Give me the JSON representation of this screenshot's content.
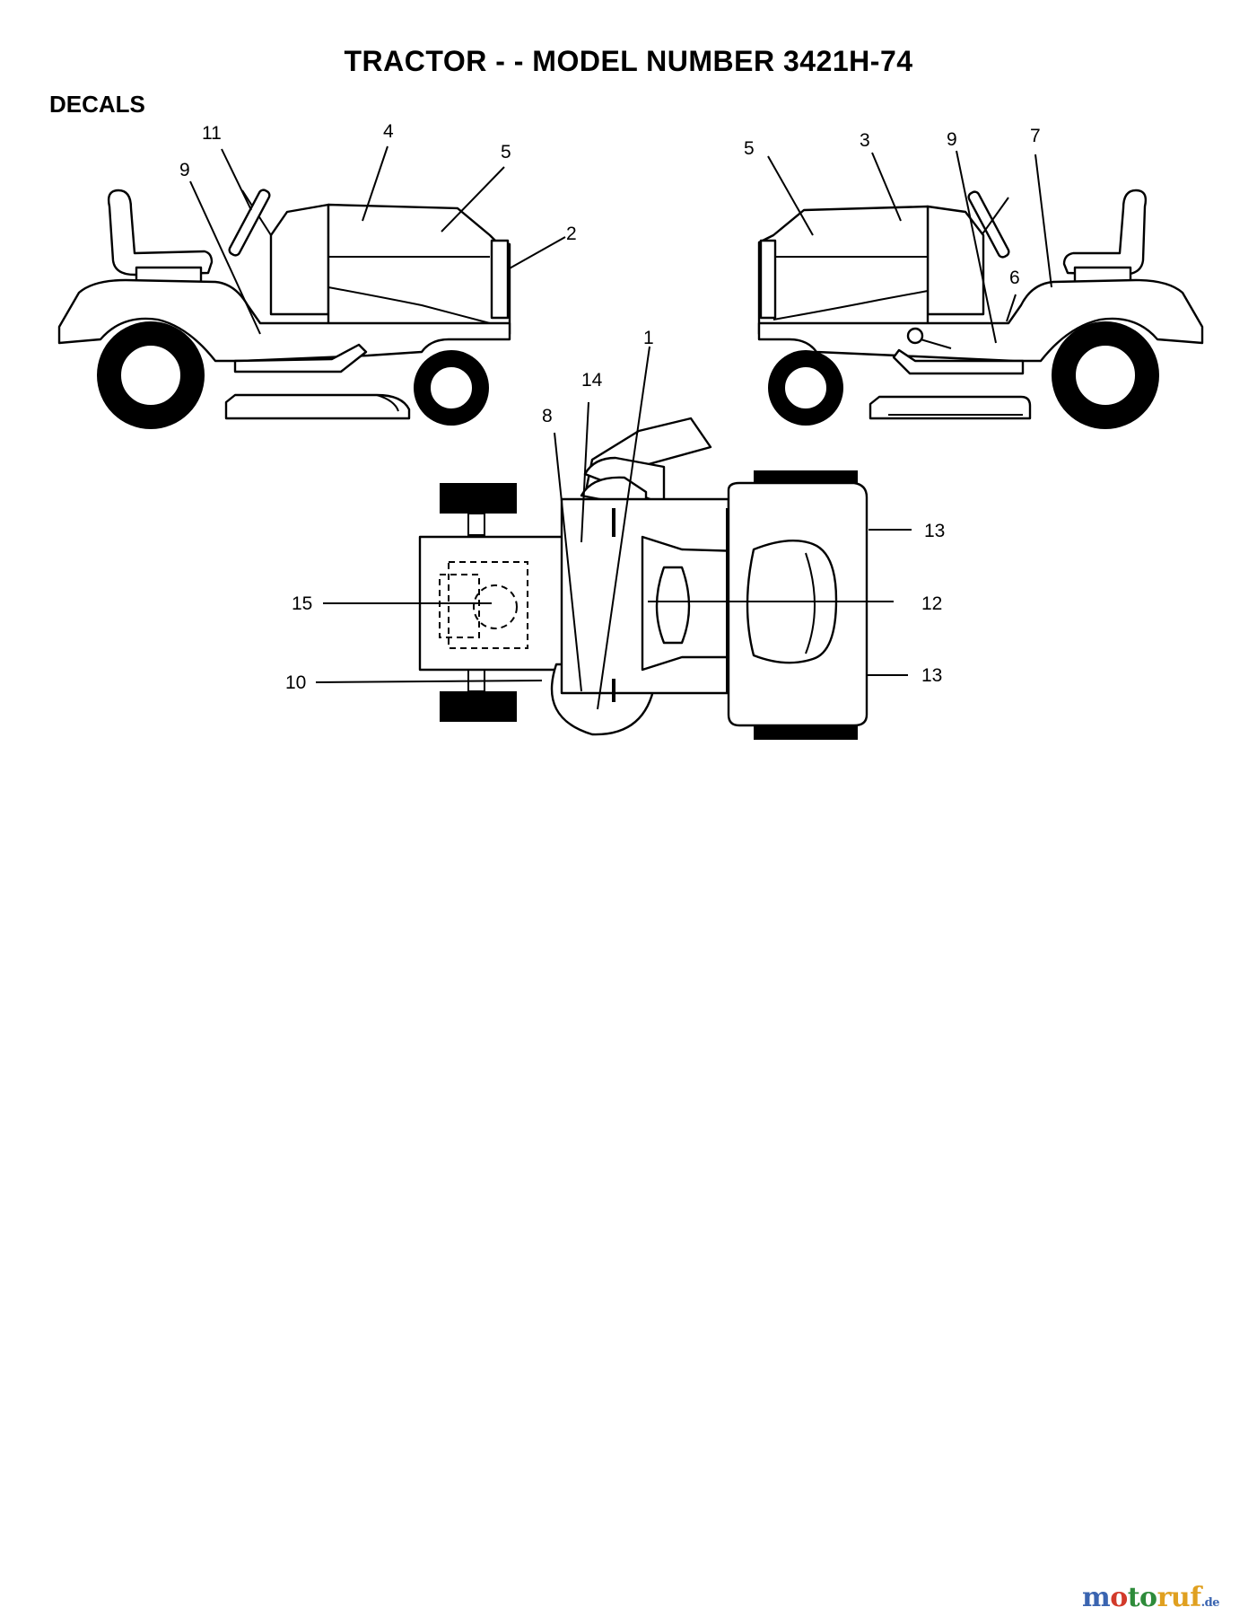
{
  "page": {
    "title": "TRACTOR - - MODEL NUMBER 3421H-74",
    "section": "DECALS"
  },
  "callouts": {
    "left": {
      "c11": "11",
      "c4": "4",
      "c5": "5",
      "c9": "9",
      "c2": "2"
    },
    "right": {
      "c5": "5",
      "c3": "3",
      "c9": "9",
      "c7": "7",
      "c6": "6"
    },
    "top": {
      "c1": "1",
      "c14": "14",
      "c8": "8",
      "c13a": "13",
      "c15": "15",
      "c12": "12",
      "c10": "10",
      "c13b": "13"
    }
  },
  "watermark": {
    "part1": "m",
    "part2": "o",
    "part3": "to",
    "part4": "ruf",
    "tld": ".de"
  }
}
